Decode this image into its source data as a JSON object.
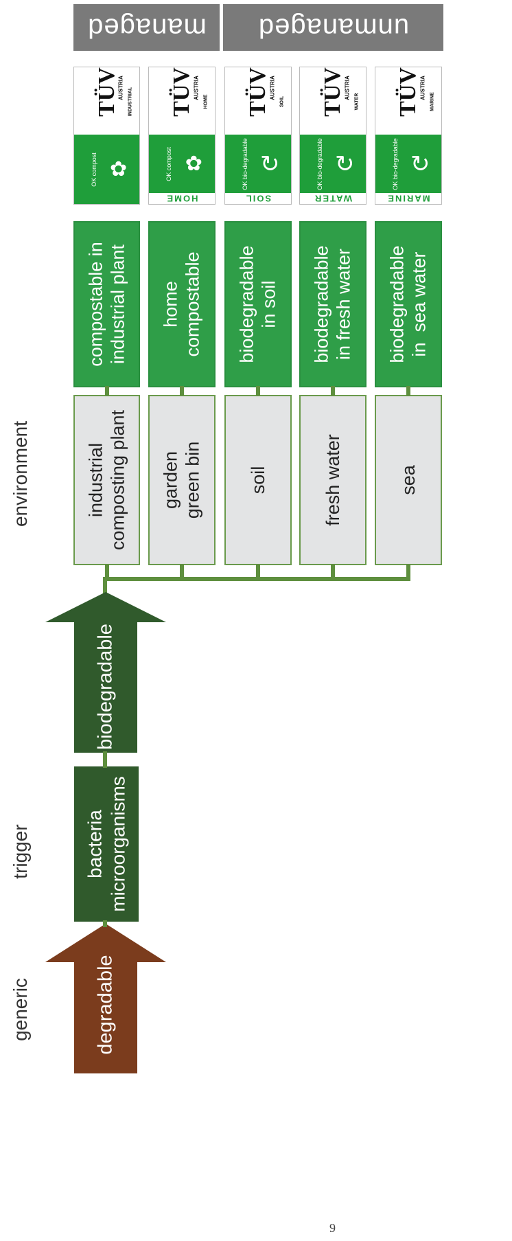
{
  "headers": {
    "managed": "managed",
    "unmanaged": "unmanaged"
  },
  "columns": {
    "generic": "generic",
    "trigger": "trigger",
    "environment": "environment"
  },
  "generic_arrow": "degradable",
  "trigger_box": {
    "line1": "bacteria",
    "line2": "microorganisms"
  },
  "biodegradable_arrow": "biodegradable",
  "environments": [
    {
      "line1": "industrial",
      "line2": "composting plant"
    },
    {
      "line1": "garden",
      "line2": "green bin"
    },
    {
      "line1": "soil",
      "line2": ""
    },
    {
      "line1": "fresh water",
      "line2": ""
    },
    {
      "line1": "sea",
      "line2": ""
    }
  ],
  "labels": [
    {
      "line1": "compostable in",
      "line2": "industrial plant"
    },
    {
      "line1": "home",
      "line2": "compostable"
    },
    {
      "line1": "biodegradable",
      "line2": "in soil"
    },
    {
      "line1": "biodegradable",
      "line2": "in fresh water"
    },
    {
      "line1": "biodegradable",
      "line2": "in  sea water"
    }
  ],
  "certifications": [
    {
      "brand": "TÜV",
      "country": "AUSTRIA",
      "category": "INDUSTRIAL",
      "mark": "OK compost",
      "word": ""
    },
    {
      "brand": "TÜV",
      "country": "AUSTRIA",
      "category": "HOME",
      "mark": "OK compost",
      "word": "HOME"
    },
    {
      "brand": "TÜV",
      "country": "AUSTRIA",
      "category": "SOIL",
      "mark": "OK bio-degradable",
      "word": "SOIL"
    },
    {
      "brand": "TÜV",
      "country": "AUSTRIA",
      "category": "WATER",
      "mark": "OK bio-degradable",
      "word": "WATER"
    },
    {
      "brand": "TÜV",
      "country": "AUSTRIA",
      "category": "MARINE",
      "mark": "OK bio-degradable",
      "word": "MARINE"
    }
  ],
  "page_number": "9",
  "colors": {
    "brown_arrow": "#7b3c1d",
    "dark_green": "#305a2c",
    "green": "#2f9e48",
    "grey_box": "#e3e4e5",
    "header_grey": "#7a7a7a",
    "line_green": "#5e8f3e"
  }
}
